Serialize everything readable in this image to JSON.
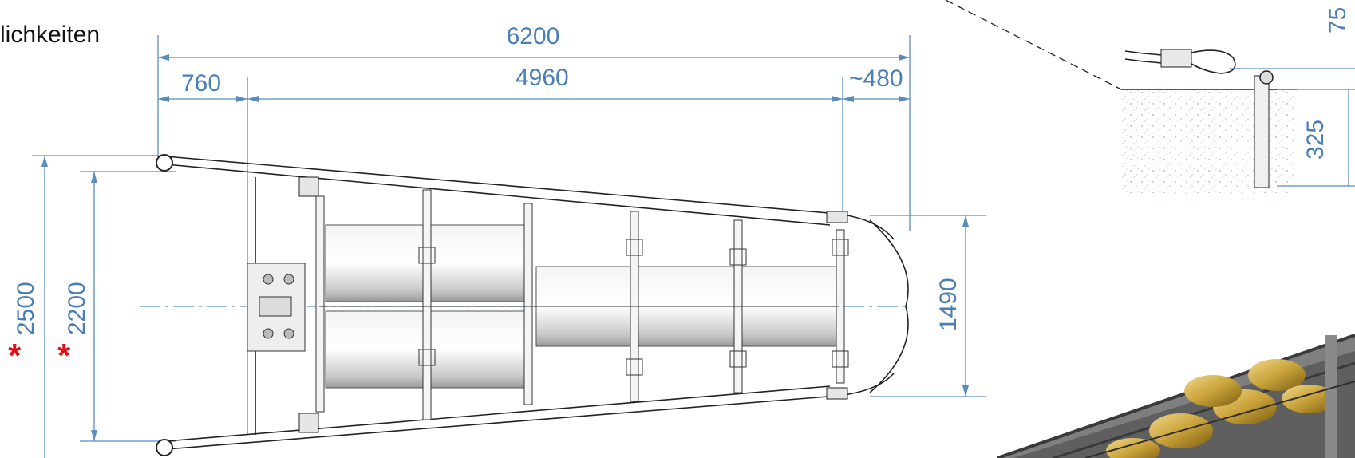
{
  "heading_fragment": "lichkeiten",
  "dimensions": {
    "overall_length": "6200",
    "front_offset": "760",
    "middle_length": "4960",
    "tail_length": "~480",
    "outer_width": "2500",
    "inner_width": "2200",
    "tail_width": "1490",
    "anchor_depth": "325",
    "anchor_top": "75"
  },
  "markers": {
    "outer_width_star": "*",
    "inner_width_star": "*"
  },
  "colors": {
    "dimension": "#4a7fb5",
    "marker": "#e01010",
    "frame": "#222222",
    "roller": "#d9d9d9",
    "photo_roller": "#c9a23a"
  }
}
